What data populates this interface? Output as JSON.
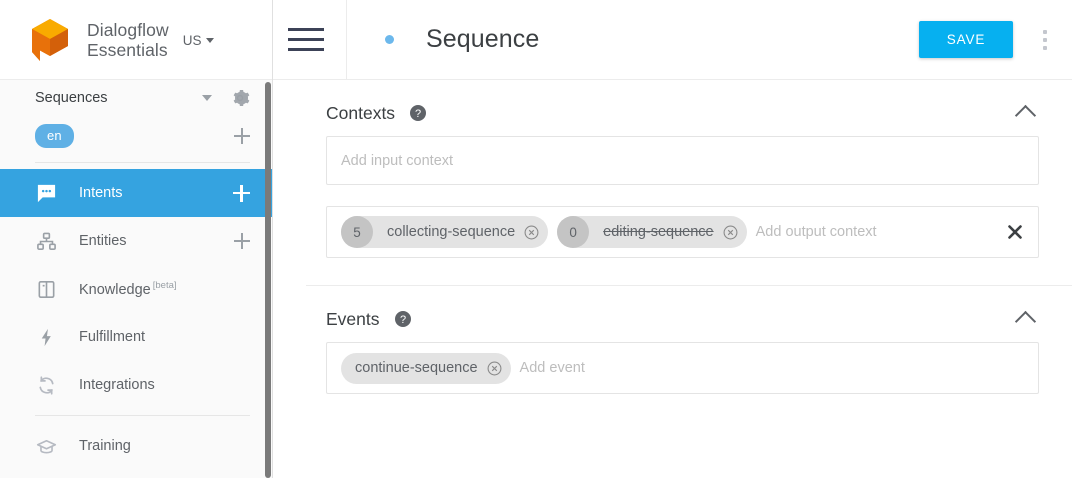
{
  "sidebar": {
    "brand": {
      "line1": "Dialogflow",
      "line2": "Essentials",
      "region": "US",
      "logo_icon": "dialogflow-cube-logo"
    },
    "agent": {
      "name": "Sequences",
      "caret_icon": "caret-down-icon",
      "settings_icon": "gear-icon"
    },
    "language": {
      "chip": "en",
      "add_icon": "plus-icon"
    },
    "items": [
      {
        "label": "Intents",
        "icon": "chat-bubble-icon",
        "active": true,
        "action": "plus-icon"
      },
      {
        "label": "Entities",
        "icon": "hierarchy-icon",
        "active": false,
        "action": "plus-icon"
      },
      {
        "label": "Knowledge",
        "icon": "book-icon",
        "active": false,
        "badge": "[beta]"
      },
      {
        "label": "Fulfillment",
        "icon": "lightning-bolt-icon",
        "active": false
      },
      {
        "label": "Integrations",
        "icon": "sync-arrows-icon",
        "active": false
      },
      {
        "label": "Training",
        "icon": "graduation-cap-icon",
        "active": false
      }
    ]
  },
  "topbar": {
    "menu_icon": "hamburger-menu-icon",
    "status_dot": "blue-status-dot",
    "title": "Sequence",
    "save_label": "SAVE",
    "more_icon": "kebab-menu-icon",
    "accent_color": "#06b0f0"
  },
  "contexts": {
    "title": "Contexts",
    "help_icon": "help-circle-icon",
    "collapse_icon": "chevron-up-icon",
    "input": {
      "placeholder": "Add input context"
    },
    "output": {
      "placeholder": "Add output context",
      "clear_icon": "close-x-icon",
      "chips": [
        {
          "lifespan": "5",
          "label": "collecting-sequence",
          "struck": false,
          "remove_icon": "remove-circle-icon"
        },
        {
          "lifespan": "0",
          "label": "editing-sequence",
          "struck": true,
          "remove_icon": "remove-circle-icon"
        }
      ]
    }
  },
  "events": {
    "title": "Events",
    "help_icon": "help-circle-icon",
    "collapse_icon": "chevron-up-icon",
    "placeholder": "Add event",
    "chips": [
      {
        "label": "continue-sequence",
        "remove_icon": "remove-circle-icon"
      }
    ]
  }
}
